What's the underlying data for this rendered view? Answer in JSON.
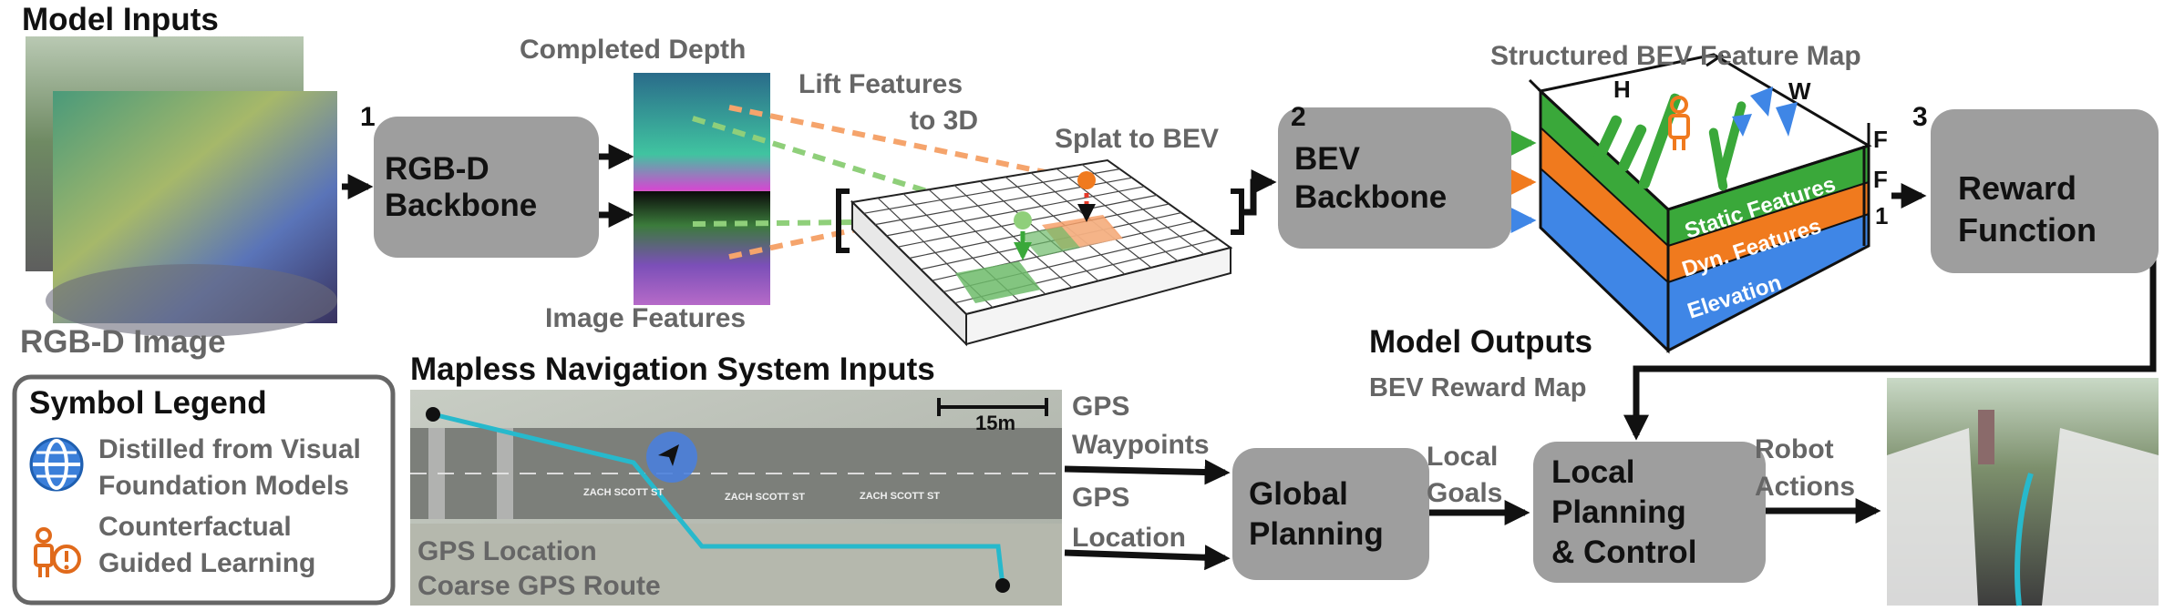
{
  "inputs": {
    "title": "Model Inputs",
    "rgbd_caption": "RGB-D Image"
  },
  "steps": {
    "one": "1",
    "two": "2",
    "three": "3"
  },
  "depth": {
    "completed_title": "Completed Depth",
    "image_features_caption": "Image Features",
    "lift_line1": "Lift Features",
    "lift_line2": "to 3D",
    "splat_title": "Splat to BEV"
  },
  "rgbd_backbone": {
    "line1": "RGB-D",
    "line2": "Backbone"
  },
  "bev_backbone": {
    "line1": "BEV",
    "line2": "Backbone"
  },
  "bev_map": {
    "title": "Structured BEV Feature Map",
    "h": "H",
    "w": "W",
    "static": "Static Features",
    "dynamic": "Dyn. Features",
    "elevation": "Elevation",
    "f1": "F",
    "f2": "F",
    "one": "1"
  },
  "reward": {
    "line1": "Reward",
    "line2": "Function"
  },
  "outputs": {
    "title": "Model Outputs",
    "bev_reward_map": "BEV Reward Map"
  },
  "legend": {
    "title": "Symbol Legend",
    "item1_line1": "Distilled from Visual",
    "item1_line2": "Foundation Models",
    "item2_line1": "Counterfactual",
    "item2_line2": "Guided Learning"
  },
  "nav": {
    "title": "Mapless Navigation System Inputs",
    "scale": "15m",
    "street1": "ZACH SCOTT ST",
    "street2": "ZACH SCOTT ST",
    "street3": "ZACH SCOTT ST",
    "gps_location": "GPS Location",
    "coarse_route": "Coarse GPS Route",
    "gps_waypoints_line1": "GPS",
    "gps_waypoints_line2": "Waypoints",
    "gps_location_line1": "GPS",
    "gps_location_line2": "Location"
  },
  "planning": {
    "global_line1": "Global",
    "global_line2": "Planning",
    "local_goals_line1": "Local",
    "local_goals_line2": "Goals",
    "local_line1": "Local",
    "local_line2": "Planning",
    "local_line3": "& Control",
    "robot_line1": "Robot",
    "robot_line2": "Actions"
  },
  "colors": {
    "box_gray": "#9e9e9e",
    "globe_blue": "#3b7fd9",
    "warning_orange": "#e06a1b",
    "static_green": "#3aa83a",
    "dynamic_orange": "#f07a1e",
    "elevation_blue": "#3f86e6",
    "route_cyan": "#27b9cc"
  }
}
